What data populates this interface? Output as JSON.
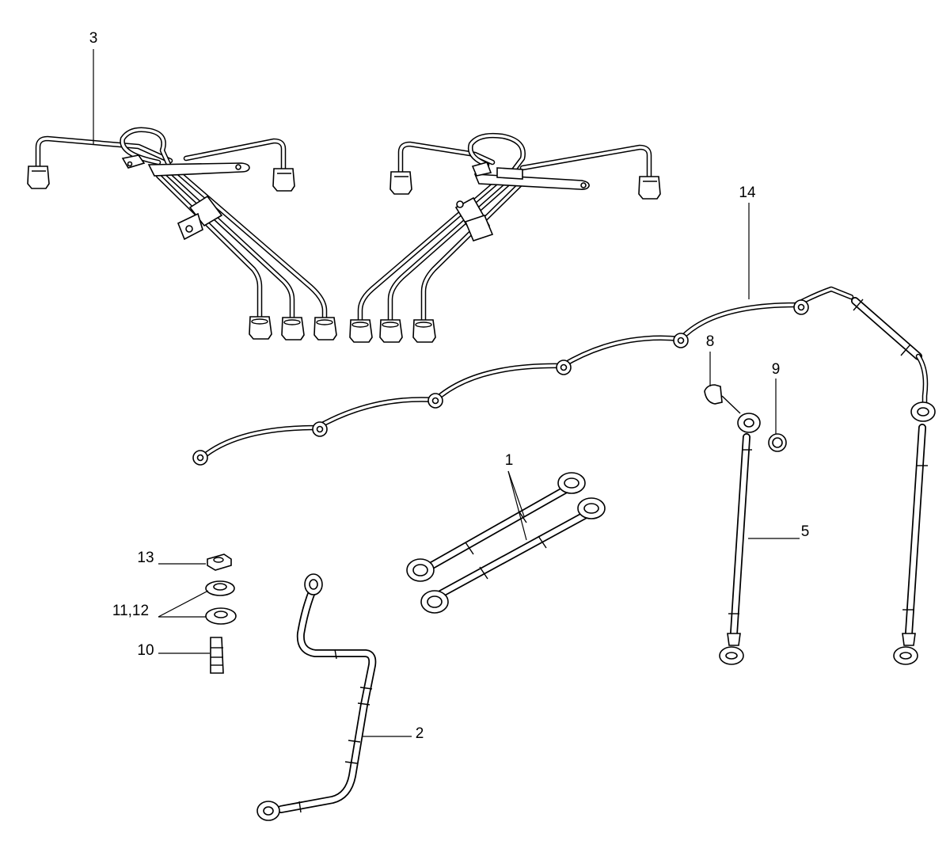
{
  "callouts": {
    "c1": "1",
    "c2": "2",
    "c3": "3",
    "c5": "5",
    "c8": "8",
    "c9": "9",
    "c10": "10",
    "c11_12": "11,12",
    "c13": "13",
    "c14": "14"
  },
  "colors": {
    "line": "#000000",
    "background": "#ffffff"
  }
}
